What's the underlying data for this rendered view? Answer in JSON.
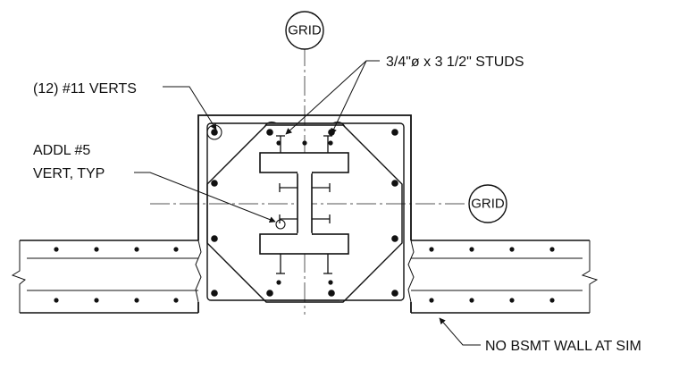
{
  "labels": {
    "studs": "3/4\"ø x 3 1/2\" STUDS",
    "verts": "(12) #11 VERTS",
    "addl_line1": "ADDL #5",
    "addl_line2": "VERT, TYP",
    "no_bsmt": "NO BSMT WALL AT SIM"
  },
  "grid_bubbles": {
    "top": "GRID",
    "right": "GRID"
  }
}
